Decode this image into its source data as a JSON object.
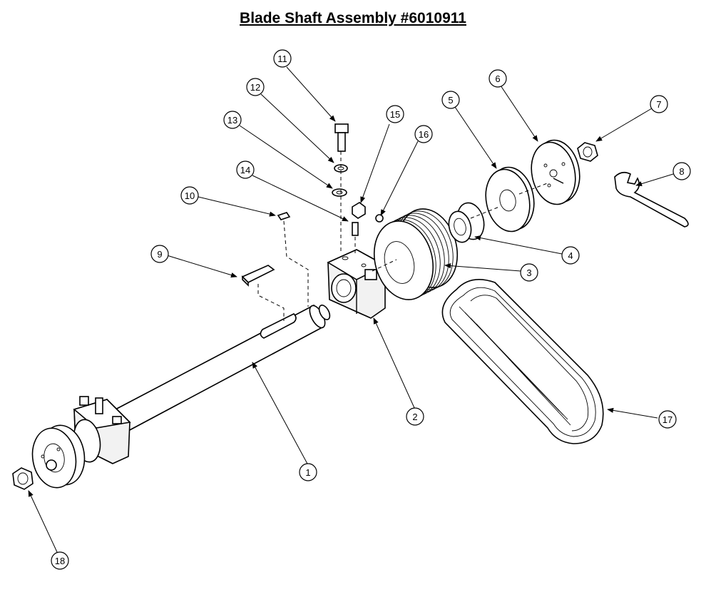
{
  "title": "Blade Shaft Assembly #6010911",
  "callouts": [
    {
      "id": "1",
      "label": "1"
    },
    {
      "id": "2",
      "label": "2"
    },
    {
      "id": "3",
      "label": "3"
    },
    {
      "id": "4",
      "label": "4"
    },
    {
      "id": "5",
      "label": "5"
    },
    {
      "id": "6",
      "label": "6"
    },
    {
      "id": "7",
      "label": "7"
    },
    {
      "id": "8",
      "label": "8"
    },
    {
      "id": "9",
      "label": "9"
    },
    {
      "id": "10",
      "label": "10"
    },
    {
      "id": "11",
      "label": "11"
    },
    {
      "id": "12",
      "label": "12"
    },
    {
      "id": "13",
      "label": "13"
    },
    {
      "id": "14",
      "label": "14"
    },
    {
      "id": "15",
      "label": "15"
    },
    {
      "id": "16",
      "label": "16"
    },
    {
      "id": "17",
      "label": "17"
    },
    {
      "id": "18",
      "label": "18"
    }
  ]
}
